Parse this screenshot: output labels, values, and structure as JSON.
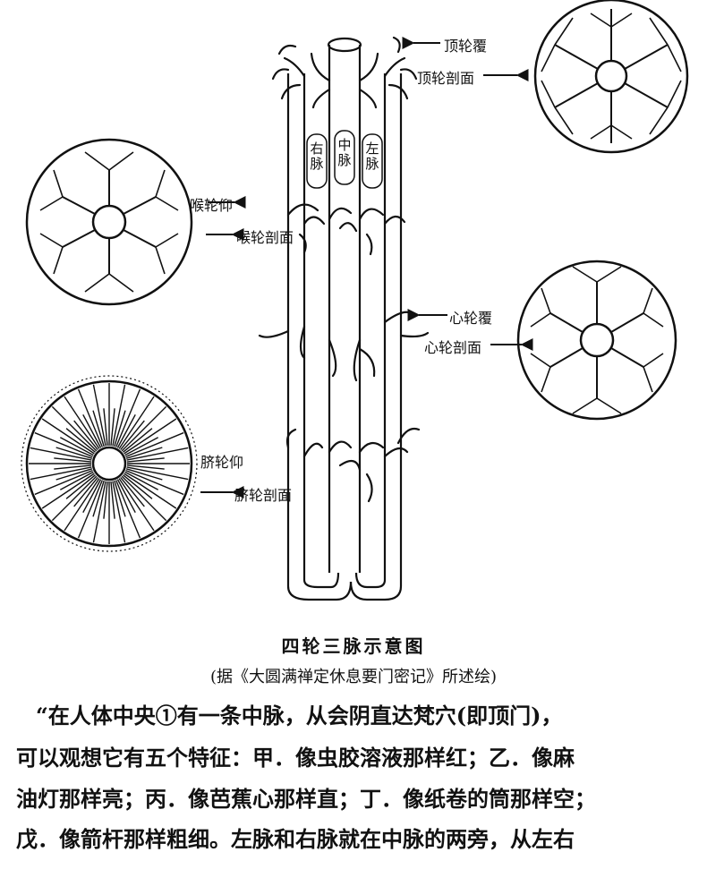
{
  "figure": {
    "labels": {
      "crown_wheel": "顶轮覆",
      "crown_section": "顶轮剖面",
      "throat_wheel": "喉轮仰",
      "throat_section": "喉轮剖面",
      "heart_wheel": "心轮覆",
      "heart_section": "心轮剖面",
      "navel_wheel": "脐轮仰",
      "navel_section": "脐轮剖面"
    },
    "channels": {
      "right": "右脉",
      "center": "中脉",
      "left": "左脉"
    }
  },
  "caption": {
    "title": "四轮三脉示意图",
    "source": "(据《大圆满禅定休息要门密记》所述绘)"
  },
  "paragraph": [
    "“在人体中央①有一条中脉，从会阴直达梵穴(即顶门)，",
    "可以观想它有五个特征：甲．像虫胶溶液那样红；乙．像麻",
    "油灯那样亮；丙．像芭蕉心那样直；丁．像纸卷的筒那样空；",
    "戊．像箭杆那样粗细。左脉和右脉就在中脉的两旁，从左右"
  ]
}
